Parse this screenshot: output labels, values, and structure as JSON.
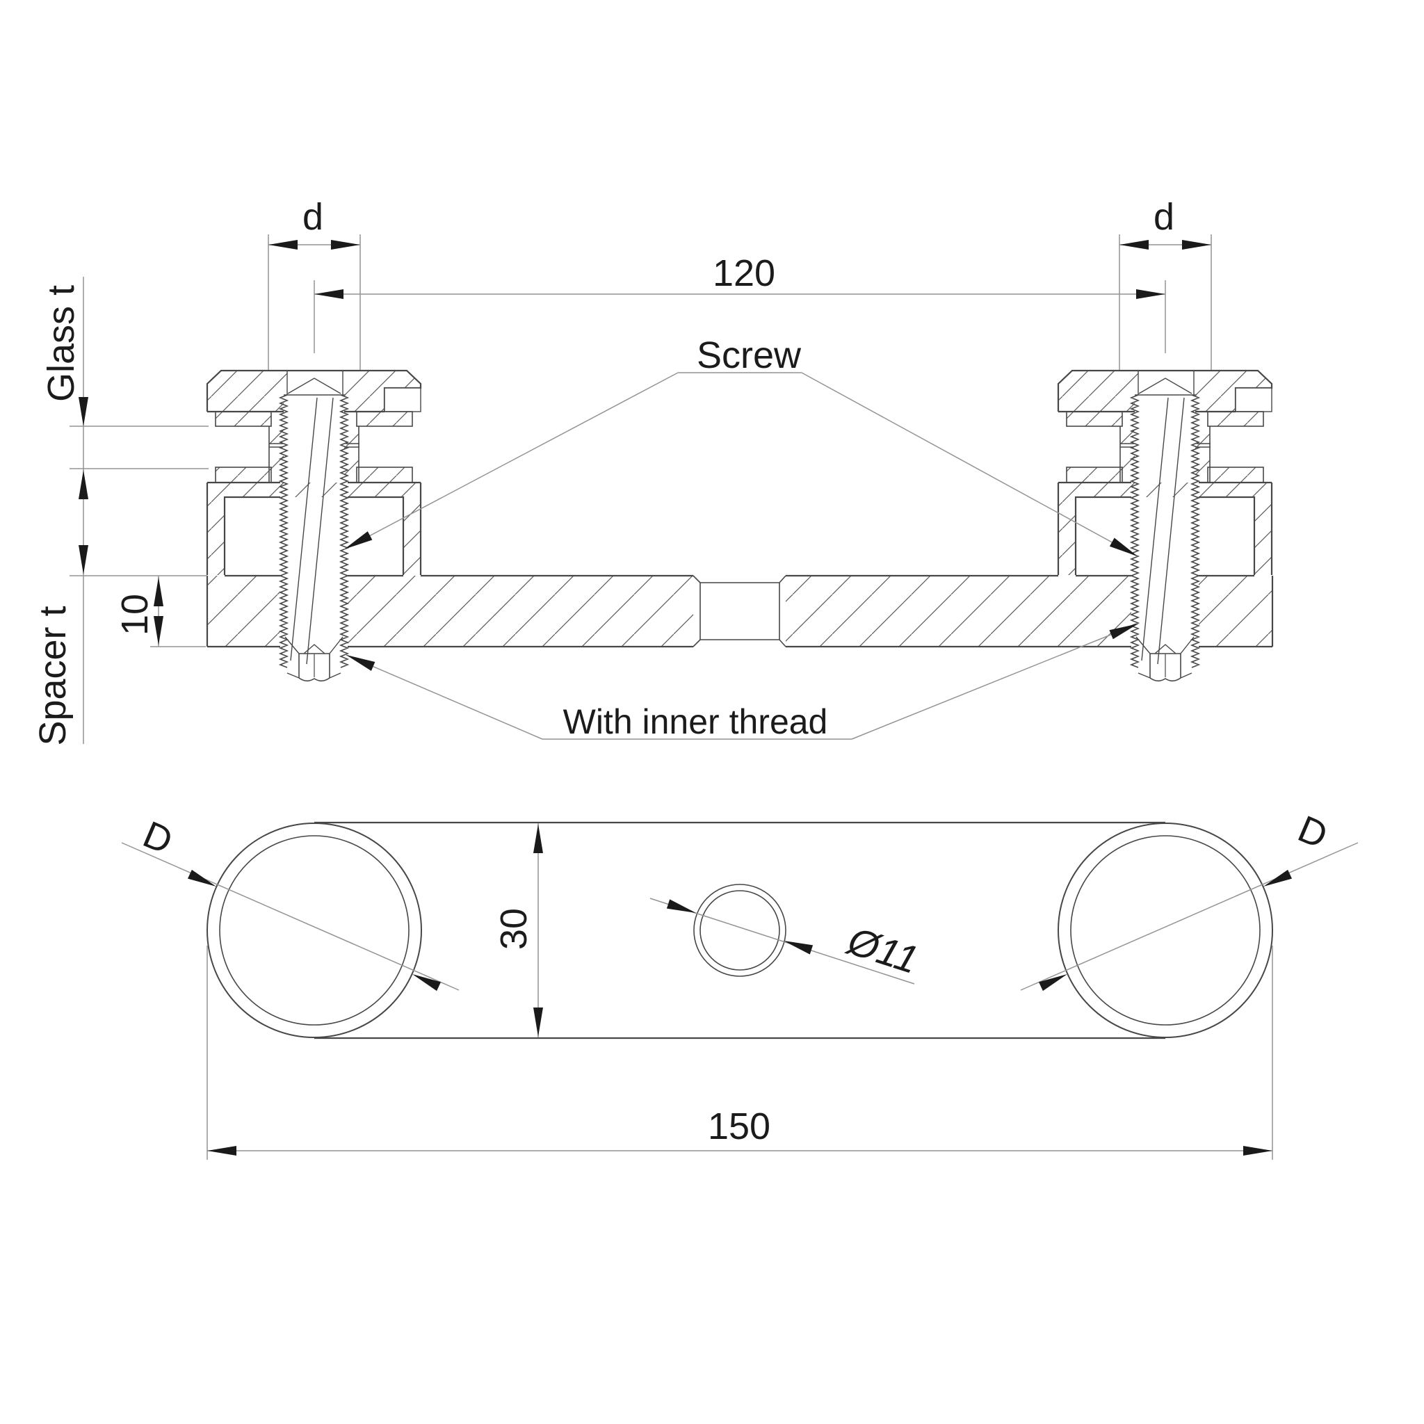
{
  "drawing": {
    "title_hint": "glass adapter section and plan drawing",
    "colors": {
      "background": "#ffffff",
      "object_line": "#474747",
      "hatch_line": "#5a5a5a",
      "dimension_line": "#949494",
      "text": "#1b1b1b",
      "arrow": "#1a1a1a"
    },
    "section_view": {
      "dim_screw_diameter": "d",
      "dim_center_distance": "120",
      "label_screw": "Screw",
      "label_glass_thickness": "Glass t",
      "label_spacer_thickness": "Spacer t",
      "dim_plate_thickness": "10",
      "label_inner_thread": "With inner thread"
    },
    "plan_view": {
      "dim_outer_diameter": "D",
      "dim_width": "30",
      "dim_center_hole": "Ø11",
      "dim_length": "150"
    }
  }
}
